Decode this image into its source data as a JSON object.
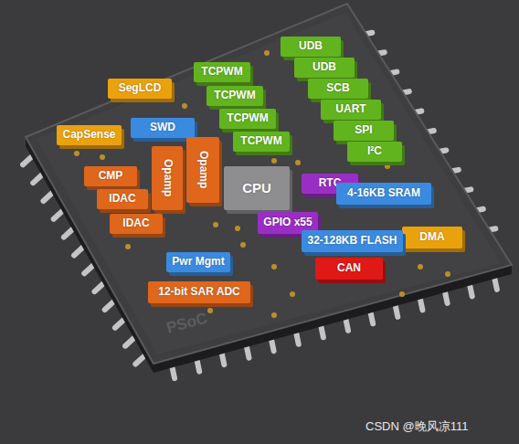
{
  "diagram": {
    "nodes": [
      {
        "text": [
          "UDB"
        ]
      },
      {
        "text": [
          "UDB"
        ]
      },
      {
        "text": [
          "TCPWM"
        ]
      },
      {
        "text": [
          "SCB"
        ]
      },
      {
        "text": [
          "SegLCD"
        ]
      },
      {
        "text": [
          "TCPWM"
        ]
      },
      {
        "text": [
          "UART"
        ]
      },
      {
        "text": [
          "TCPWM"
        ]
      },
      {
        "text": [
          "SWD"
        ]
      },
      {
        "text": [
          "SPI"
        ]
      },
      {
        "text": [
          "CapSense"
        ]
      },
      {
        "text": [
          "TCPWM"
        ]
      },
      {
        "text": [
          "Opamp"
        ]
      },
      {
        "text": [
          "I²C"
        ]
      },
      {
        "text": [
          "Opamp"
        ]
      },
      {
        "text": [
          "CMP"
        ]
      },
      {
        "text": [
          "CPU"
        ]
      },
      {
        "text": [
          "RTC"
        ]
      },
      {
        "text": [
          "4-16KB SRAM"
        ]
      },
      {
        "text": [
          "IDAC"
        ]
      },
      {
        "text": [
          "GPIO x55"
        ]
      },
      {
        "text": [
          "IDAC"
        ]
      },
      {
        "text": [
          "DMA"
        ]
      },
      {
        "text": [
          "32-128KB FLASH"
        ]
      },
      {
        "text": [
          "Pwr Mgmt"
        ]
      },
      {
        "text": [
          "CAN"
        ]
      },
      {
        "text": [
          "12-bit SAR ADC"
        ]
      }
    ],
    "labels": [
      "PSoC",
      "CSDN @晚风凉111"
    ]
  }
}
